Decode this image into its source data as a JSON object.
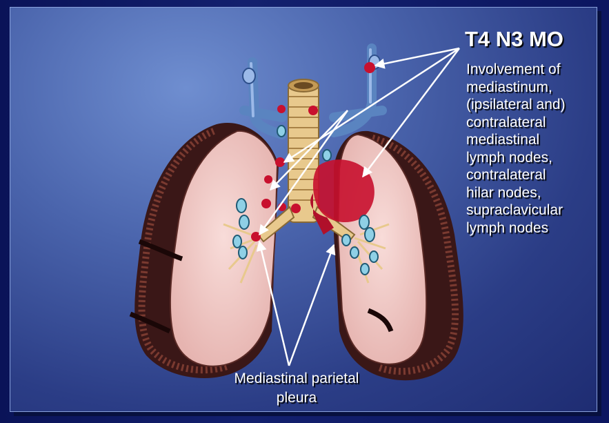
{
  "slide": {
    "title": "T4 N3 MO",
    "description_lines": [
      "Involvement of",
      "mediastinum,",
      "(ipsilateral and)",
      "contralateral",
      "mediastinal",
      "lymph nodes,",
      "contralateral",
      "hilar nodes,",
      "supraclavicular",
      "lymph nodes"
    ],
    "caption_lines": [
      "Mediastinal parietal",
      "pleura"
    ]
  },
  "colors": {
    "background": "#0c1660",
    "panel": "#4a64ac",
    "lung": "#f3cfcc",
    "tumor": "#c8102e",
    "lymph_node": "#8fd0e6",
    "vessel": "#5a84c0",
    "trachea": "#e8c98d",
    "arrow": "#ffffff"
  }
}
